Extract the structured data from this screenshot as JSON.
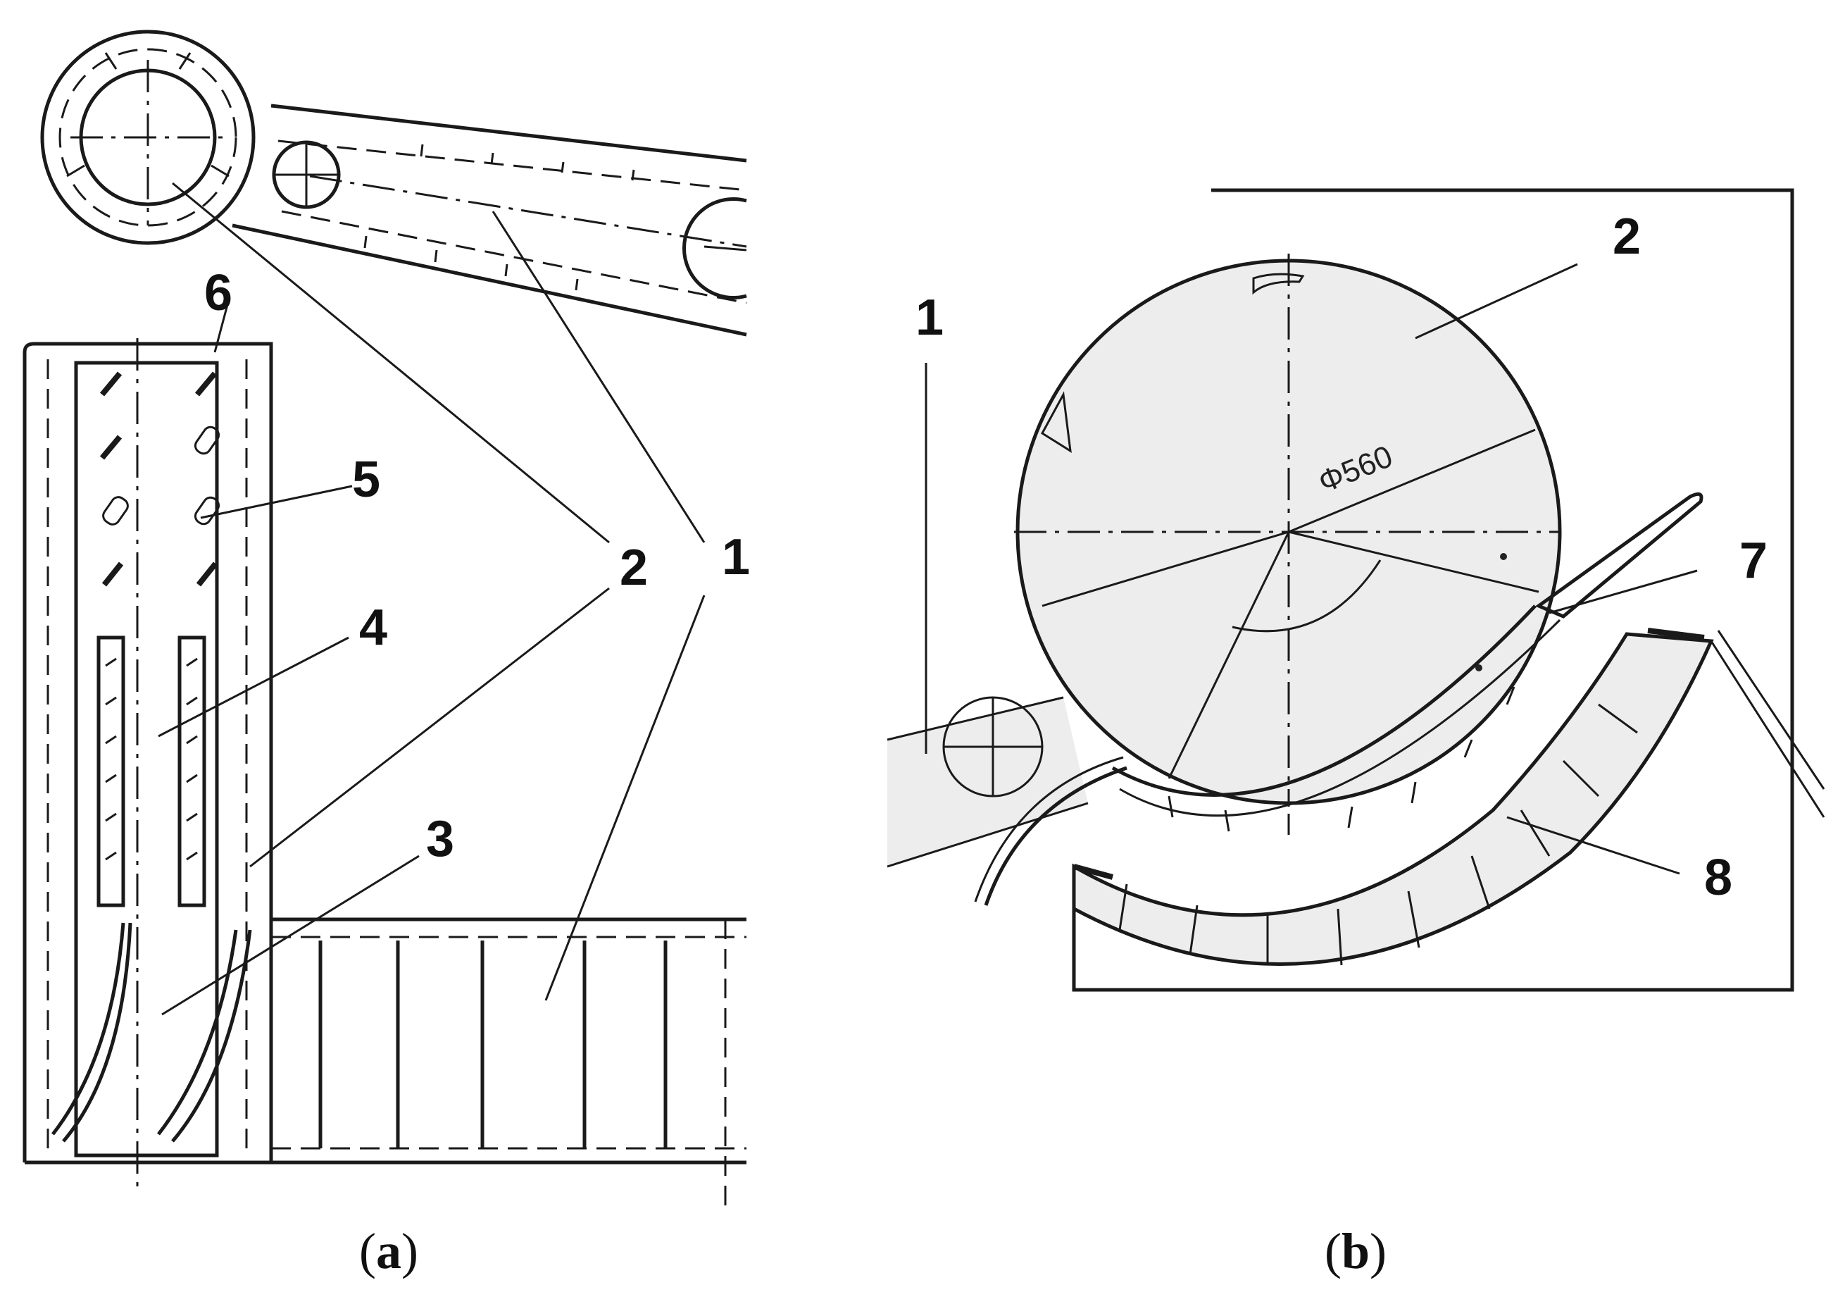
{
  "panel_a": {
    "caption_open": "(",
    "caption_letter": "a",
    "caption_close": ")",
    "callouts": [
      "6",
      "5",
      "4",
      "3",
      "2",
      "1"
    ]
  },
  "panel_b": {
    "caption_open": "(",
    "caption_letter": "b",
    "caption_close": ")",
    "callouts": [
      "1",
      "2",
      "7",
      "8"
    ],
    "dimension": "Φ560"
  }
}
